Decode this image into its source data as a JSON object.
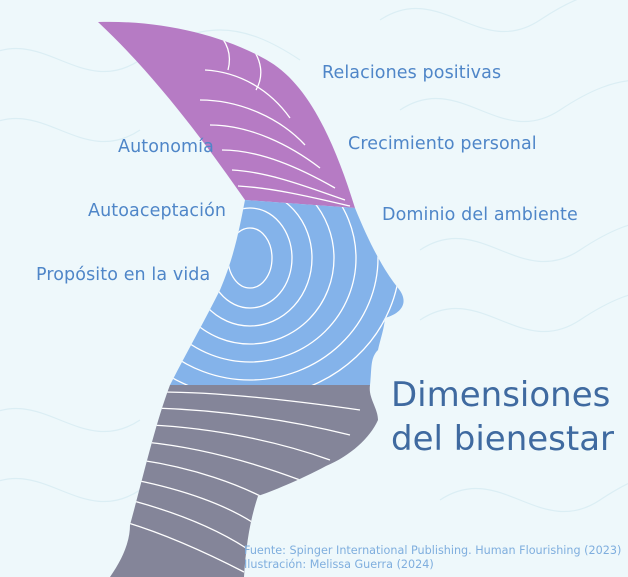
{
  "colors": {
    "background": "#eef8fb",
    "purple": "#b67bc4",
    "blue": "#84b3ea",
    "gray": "#848599",
    "label_text": "#4f86c8",
    "title_text": "#3f6aa0",
    "credits_text": "#7faede"
  },
  "dimensions": {
    "relaciones": "Relaciones  positivas",
    "crecimiento": "Crecimiento personal",
    "dominio": "Dominio del ambiente",
    "autonomia": "Autonomía",
    "autoaceptacion": "Autoaceptación",
    "proposito": "Propósito en la vida"
  },
  "title": {
    "line1": "Dimensiones",
    "line2": "del bienestar"
  },
  "credits": {
    "source": "Fuente: Spinger International Publishing. Human Flourishing (2023)",
    "illustration": "Ilustración: Melissa Guerra (2024)"
  }
}
